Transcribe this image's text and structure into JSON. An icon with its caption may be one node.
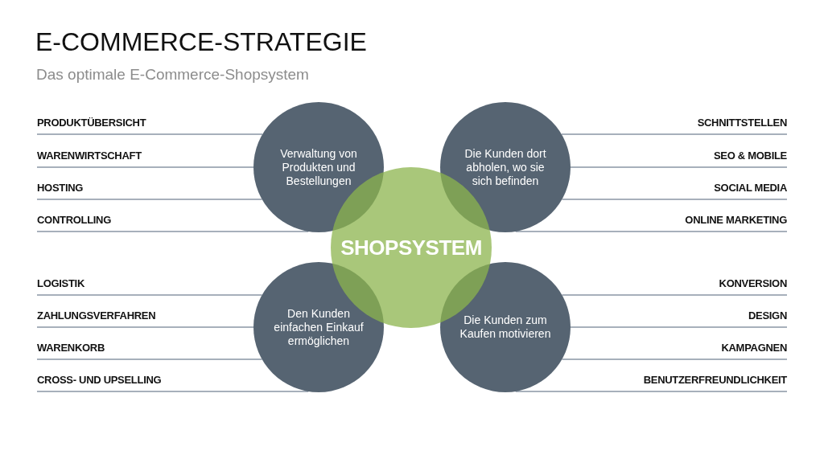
{
  "diagram": {
    "title": "E-COMMERCE-STRATEGIE",
    "nodes": [
      {
        "text": [
          "Verwaltung von Produkten und Bestellungen"
        ]
      },
      {
        "text": [
          "Die Kunden dort abholen, wo sie sich befinden"
        ]
      },
      {
        "text": [
          "SHOPSYSTEM"
        ]
      },
      {
        "text": [
          "Den Kunden einfachen Einkauf ermöglichen"
        ]
      },
      {
        "text": [
          "Die Kunden zum Kaufen motivieren"
        ]
      },
      {
        "text": [
          "PRODUKTÜBERSICHT"
        ]
      },
      {
        "text": [
          "WARENWIRTSCHAFT"
        ]
      },
      {
        "text": [
          "HOSTING"
        ]
      },
      {
        "text": [
          "CONTROLLING"
        ]
      },
      {
        "text": [
          "SCHNITTSTELLEN"
        ]
      },
      {
        "text": [
          "SEO & MOBILE"
        ]
      },
      {
        "text": [
          "SOCIAL MEDIA"
        ]
      },
      {
        "text": [
          "ONLINE MARKETING"
        ]
      },
      {
        "text": [
          "LOGISTIK"
        ]
      },
      {
        "text": [
          "ZAHLUNGSVERFAHREN"
        ]
      },
      {
        "text": [
          "WARENKORB"
        ]
      },
      {
        "text": [
          "CROSS- UND UPSELLING"
        ]
      },
      {
        "text": [
          "KONVERSION"
        ]
      },
      {
        "text": [
          "DESIGN"
        ]
      },
      {
        "text": [
          "KAMPAGNEN"
        ]
      },
      {
        "text": [
          "BENUTZERFREUNDLICHKEIT"
        ]
      }
    ],
    "edges": [
      {
        "from": 5,
        "to": 0,
        "arrow": "none"
      },
      {
        "from": 6,
        "to": 0,
        "arrow": "none"
      },
      {
        "from": 7,
        "to": 0,
        "arrow": "none"
      },
      {
        "from": 8,
        "to": 0,
        "arrow": "none"
      },
      {
        "from": 9,
        "to": 1,
        "arrow": "none"
      },
      {
        "from": 10,
        "to": 1,
        "arrow": "none"
      },
      {
        "from": 11,
        "to": 1,
        "arrow": "none"
      },
      {
        "from": 12,
        "to": 1,
        "arrow": "none"
      },
      {
        "from": 13,
        "to": 3,
        "arrow": "none"
      },
      {
        "from": 14,
        "to": 3,
        "arrow": "none"
      },
      {
        "from": 15,
        "to": 3,
        "arrow": "none"
      },
      {
        "from": 16,
        "to": 3,
        "arrow": "none"
      },
      {
        "from": 17,
        "to": 4,
        "arrow": "none"
      },
      {
        "from": 18,
        "to": 4,
        "arrow": "none"
      },
      {
        "from": 19,
        "to": 4,
        "arrow": "none"
      },
      {
        "from": 20,
        "to": 4,
        "arrow": "none"
      }
    ],
    "labels": [
      "Das optimale E-Commerce-Shopsystem"
    ]
  }
}
